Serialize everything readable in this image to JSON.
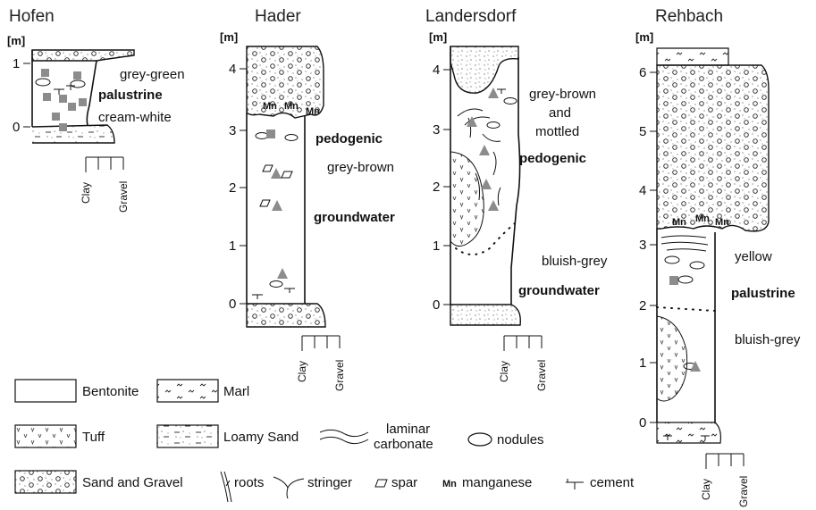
{
  "sections": [
    {
      "title": "Hofen",
      "unit": "[m]",
      "ticks": [
        "1",
        "0"
      ],
      "labels": {
        "upper": "grey-green",
        "setting": "palustrine",
        "lower": "cream-white"
      },
      "scale": {
        "fine": "Clay",
        "coarse": "Gravel"
      }
    },
    {
      "title": "Hader",
      "unit": "[m]",
      "ticks": [
        "4",
        "3",
        "2",
        "1",
        "0"
      ],
      "labels": {
        "setting_upper": "pedogenic",
        "color": "grey-brown",
        "setting_lower": "groundwater"
      },
      "mn": [
        "Mn",
        "Mn",
        "Mn"
      ],
      "scale": {
        "fine": "Clay",
        "coarse": "Gravel"
      }
    },
    {
      "title": "Landersdorf",
      "unit": "[m]",
      "ticks": [
        "4",
        "3",
        "2",
        "1",
        "0"
      ],
      "labels": {
        "color1a": "grey-brown",
        "color1b": "and",
        "color1c": "mottled",
        "setting_upper": "pedogenic",
        "color2": "bluish-grey",
        "setting_lower": "groundwater"
      },
      "scale": {
        "fine": "Clay",
        "coarse": "Gravel"
      }
    },
    {
      "title": "Rehbach",
      "unit": "[m]",
      "ticks": [
        "6",
        "5",
        "4",
        "3",
        "2",
        "1",
        "0"
      ],
      "labels": {
        "color1": "yellow",
        "setting": "palustrine",
        "color2": "bluish-grey"
      },
      "mn": [
        "Mn",
        "Mn",
        "Mn"
      ],
      "scale": {
        "fine": "Clay",
        "coarse": "Gravel"
      }
    }
  ],
  "legend": {
    "bentonite": "Bentonite",
    "marl": "Marl",
    "tuff": "Tuff",
    "loamy_sand": "Loamy Sand",
    "laminar": "laminar",
    "carbonate": "carbonate",
    "nodules": "nodules",
    "sand_gravel": "Sand and Gravel",
    "roots": "roots",
    "stringer": "stringer",
    "spar": "spar",
    "mn_symbol": "Mn",
    "manganese": "manganese",
    "cement": "cement"
  },
  "colors": {
    "ink": "#111111",
    "symbol_grey": "#8c8c8c"
  }
}
